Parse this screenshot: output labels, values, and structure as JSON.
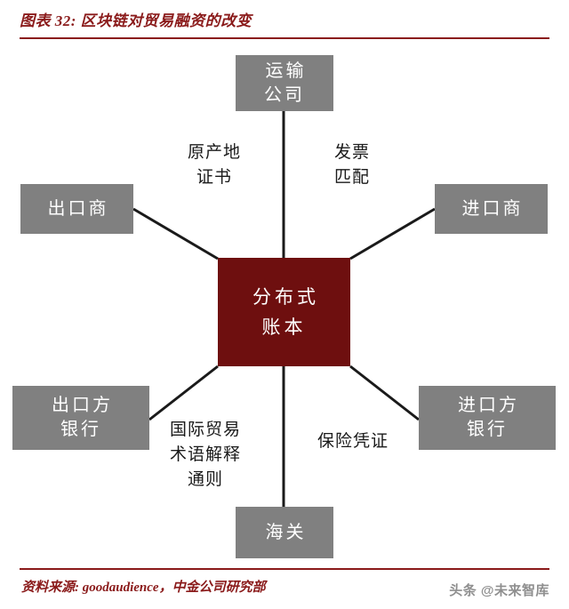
{
  "header": {
    "title": "图表 32: 区块链对贸易融资的改变",
    "accent_color": "#8A1A1A"
  },
  "diagram": {
    "center_node": {
      "id": "distributed-ledger",
      "label": "分布式\n账本",
      "color": "#6E0F0F",
      "text_color": "#FFFFFF"
    },
    "nodes": [
      {
        "id": "transport-company",
        "label": "运输\n公司",
        "color": "#808080"
      },
      {
        "id": "exporter",
        "label": "出口商",
        "color": "#808080"
      },
      {
        "id": "importer",
        "label": "进口商",
        "color": "#808080"
      },
      {
        "id": "exporter-bank",
        "label": "出口方\n银行",
        "color": "#808080"
      },
      {
        "id": "importer-bank",
        "label": "进口方\n银行",
        "color": "#808080"
      },
      {
        "id": "customs",
        "label": "海关",
        "color": "#808080"
      }
    ],
    "edge_labels": [
      {
        "id": "certificate-of-origin",
        "label": "原产地\n证书"
      },
      {
        "id": "invoice-matching",
        "label": "发票\n匹配"
      },
      {
        "id": "incoterms",
        "label": "国际贸易\n术语解释\n通则"
      },
      {
        "id": "insurance-certificate",
        "label": "保险凭证"
      }
    ],
    "line_color": "#1a1a1a"
  },
  "footer": {
    "source": "资料来源: goodaudience，中金公司研究部",
    "watermark": "头条 @未来智库"
  }
}
